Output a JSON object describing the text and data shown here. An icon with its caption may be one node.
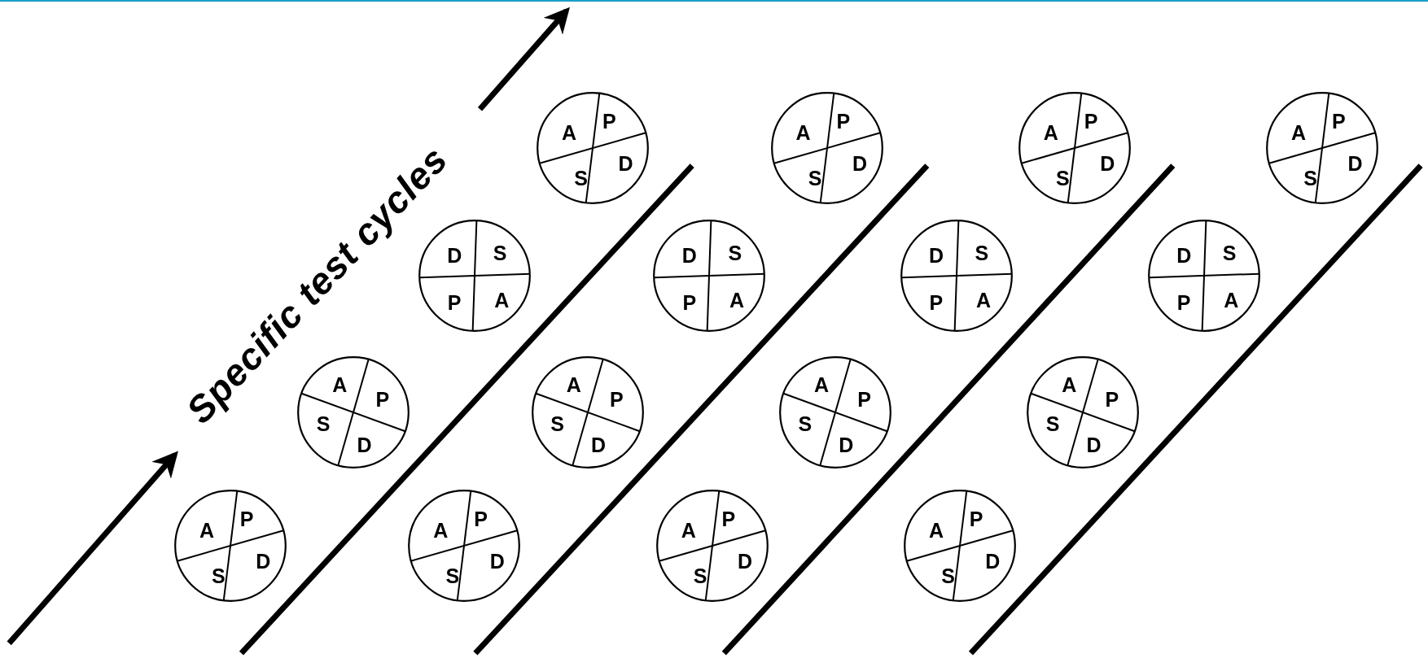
{
  "diagram": {
    "nodes": [
      {
        "text": [
          "A",
          "P",
          "S",
          "D"
        ]
      },
      {
        "text": [
          "A",
          "P",
          "S",
          "D"
        ]
      },
      {
        "text": [
          "A",
          "P",
          "S",
          "D"
        ]
      },
      {
        "text": [
          "A",
          "P",
          "S",
          "D"
        ]
      },
      {
        "text": [
          "D",
          "S",
          "P",
          "A"
        ]
      },
      {
        "text": [
          "D",
          "S",
          "P",
          "A"
        ]
      },
      {
        "text": [
          "D",
          "S",
          "P",
          "A"
        ]
      },
      {
        "text": [
          "D",
          "S",
          "P",
          "A"
        ]
      },
      {
        "text": [
          "A",
          "P",
          "S",
          "D"
        ]
      },
      {
        "text": [
          "A",
          "P",
          "S",
          "D"
        ]
      },
      {
        "text": [
          "A",
          "P",
          "S",
          "D"
        ]
      },
      {
        "text": [
          "A",
          "P",
          "S",
          "D"
        ]
      },
      {
        "text": [
          "A",
          "P",
          "S",
          "D"
        ]
      },
      {
        "text": [
          "A",
          "P",
          "S",
          "D"
        ]
      },
      {
        "text": [
          "A",
          "P",
          "S",
          "D"
        ]
      },
      {
        "text": [
          "A",
          "P",
          "S",
          "D"
        ]
      }
    ],
    "labels": [
      "Specific test cycles"
    ]
  }
}
